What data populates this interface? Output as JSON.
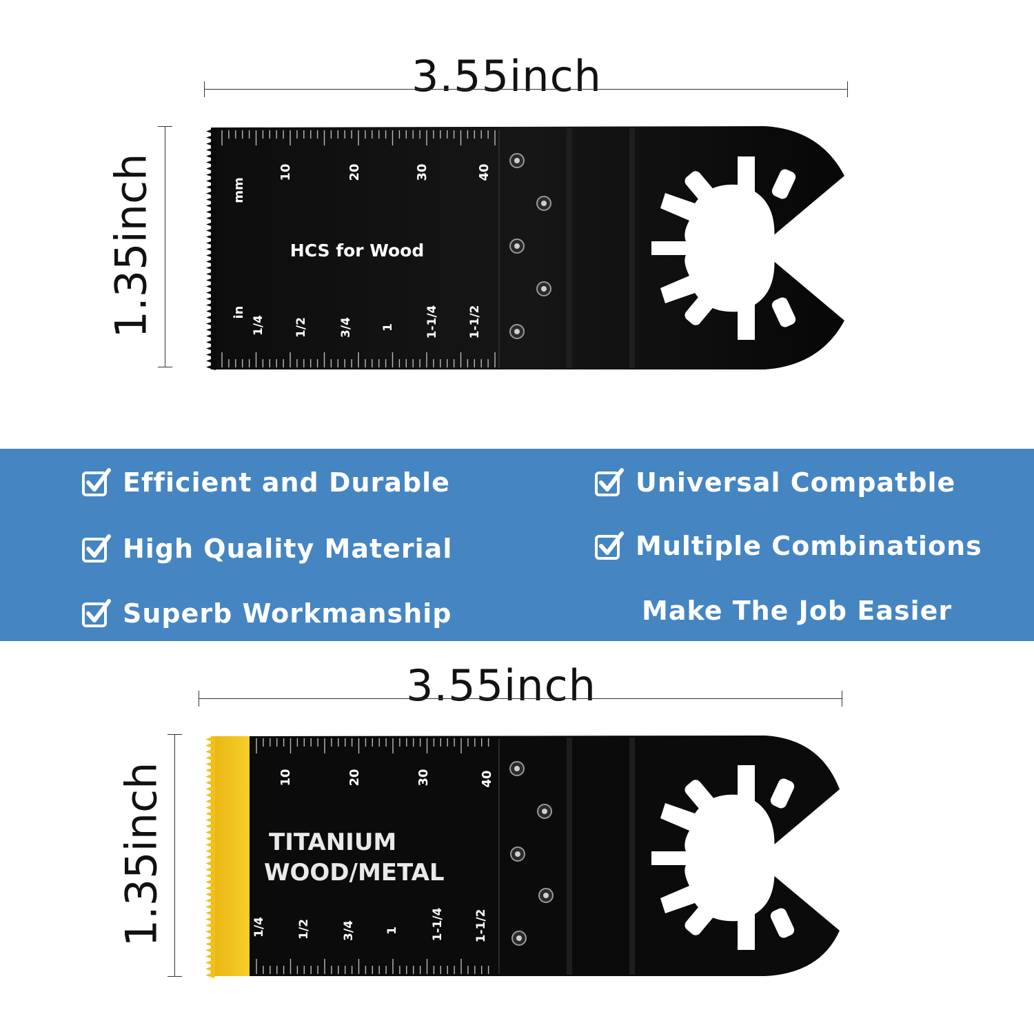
{
  "blade1": {
    "width_label": "3.55inch",
    "height_label": "1.35inch",
    "mm_unit": "mm",
    "mm_ticks": [
      "10",
      "20",
      "30",
      "40"
    ],
    "in_unit": "in",
    "in_ticks": [
      "1/4",
      "1/2",
      "3/4",
      "1",
      "1-1/4",
      "1-1/2"
    ],
    "engraving": "HCS for Wood"
  },
  "features": {
    "left": [
      "Efficient and Durable",
      "High Quality Material",
      "Superb Workmanship"
    ],
    "right": [
      "Universal Compatble",
      "Multiple Combinations"
    ],
    "tagline": "Make The Job Easier"
  },
  "blade2": {
    "width_label": "3.55inch",
    "height_label": "1.35inch",
    "mm_ticks": [
      "10",
      "20",
      "30",
      "40"
    ],
    "in_ticks": [
      "1/4",
      "1/2",
      "3/4",
      "1",
      "1-1/4",
      "1-1/2"
    ],
    "engraving_line1": "TITANIUM",
    "engraving_line2": "WOOD/METAL"
  },
  "colors": {
    "band": "#4585c2",
    "blade": "#0a0a0a",
    "bimetal_teeth": "#f2c21b"
  },
  "icons": [
    "check-box-icon",
    "blade-mount-icon"
  ]
}
